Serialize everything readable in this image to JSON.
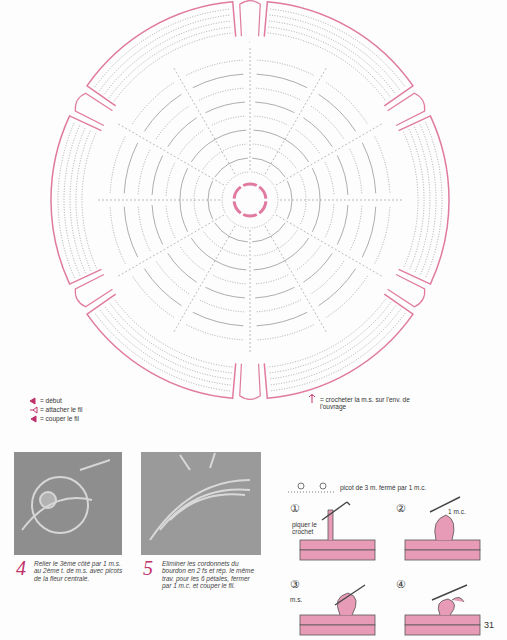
{
  "diagram": {
    "labels": [
      "4",
      "Relier le 3ème côté par 1 m.s. au 2ème t. de m.s. avec picots de la fleur centrale.",
      "5",
      "Eliminer les cordonnets du bourdon en 2 fs et rép. le même trav. pour les 6 pétales, fermer par 1 m.c. et couper le fil.",
      "①",
      "②",
      "③",
      "④",
      "piquer le crochet",
      "1 m.c.",
      "m.s.",
      "31"
    ],
    "legend": [
      {
        "text": "= début"
      },
      {
        "text": "= attacher le fil"
      },
      {
        "text": "= couper le fil"
      },
      {
        "text": "= crocheter la m.s. sur l'env. de l'ouvrage"
      },
      {
        "text": "picot de 3 m. fermé par 1 m.c."
      }
    ]
  }
}
